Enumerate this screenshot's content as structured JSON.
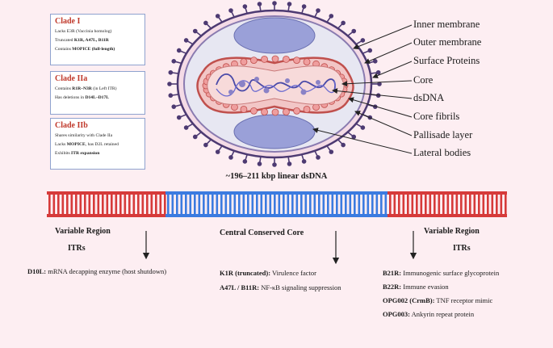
{
  "clades": [
    {
      "title": "Clade I",
      "lines": [
        {
          "pre": "Lacks E3R (Vaccinia homolog)",
          "bold": "",
          "post": ""
        },
        {
          "pre": "Truncated ",
          "bold": "K1R, A47L, B11R",
          "post": ""
        },
        {
          "pre": "Contains ",
          "bold": "MOPICE (full-length)",
          "post": ""
        }
      ]
    },
    {
      "title": "Clade IIa",
      "lines": [
        {
          "pre": "Contains ",
          "bold": "R1R–N3R",
          "post": " (in Left ITR)"
        },
        {
          "pre": "Has deletions in ",
          "bold": "D14L–D17L",
          "post": ""
        }
      ]
    },
    {
      "title": "Clade IIb",
      "lines": [
        {
          "pre": "Shares similarity with Clade IIa",
          "bold": "",
          "post": ""
        },
        {
          "pre": "Lacks ",
          "bold": "MOPICE",
          "post": ", has D2L retained"
        },
        {
          "pre": "Exhibits ",
          "bold": "ITR expansion",
          "post": ""
        }
      ]
    }
  ],
  "virion_labels": [
    "Inner membrane",
    "Outer membrane",
    "Surface Proteins",
    "Core",
    "dsDNA",
    "Core fibrils",
    "Pallisade layer",
    "Lateral bodies"
  ],
  "genome": {
    "title": "~196–211 kbp linear dsDNA",
    "left_region": "Variable Region",
    "left_itr": "ITRs",
    "center_region": "Central Conserved Core",
    "right_region": "Variable Region",
    "right_itr": "ITRs"
  },
  "genes_left": [
    {
      "name": "D10L:",
      "desc": " mRNA decapping enzyme (host shutdown)"
    }
  ],
  "genes_center": [
    {
      "name": "K1R (truncated):",
      "desc": " Virulence factor"
    },
    {
      "name": "A47L / B11R:",
      "desc": " NF-κB signaling suppression"
    }
  ],
  "genes_right": [
    {
      "name": "B21R:",
      "desc": " Immunogenic surface glycoprotein"
    },
    {
      "name": "B22R:",
      "desc": " Immune evasion"
    },
    {
      "name": "OPG002 (CrmB):",
      "desc": " TNF receptor mimic"
    },
    {
      "name": "OPG003:",
      "desc": " Ankyrin repeat protein"
    }
  ],
  "colors": {
    "variable_region": "#d63a3a",
    "conserved_core": "#3b7be0",
    "box_border": "#8fa2cf",
    "clade_title": "#c0392b",
    "virion_outline": "#4d3a72",
    "lateral_body": "#9aa0d8",
    "core": "#f2b8b8"
  }
}
